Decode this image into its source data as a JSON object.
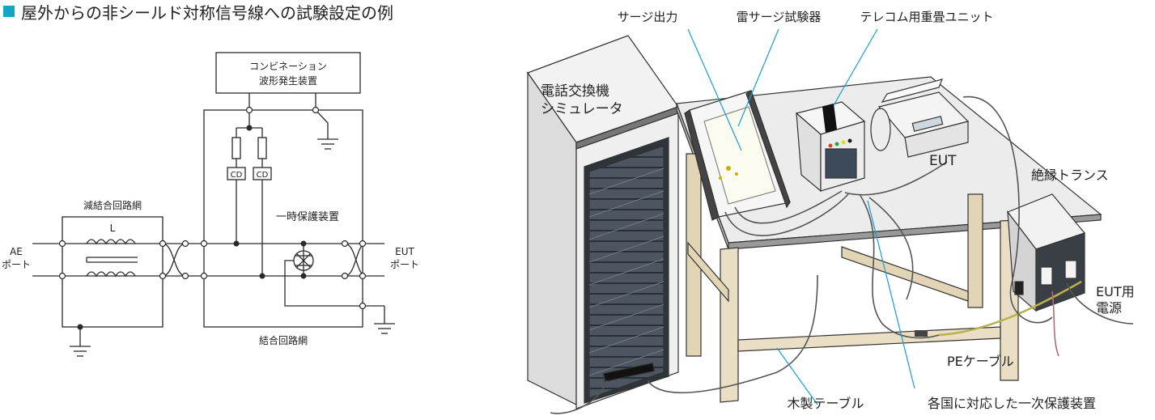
{
  "title": "屋外からの非シールド対称信号線への試験設定の例",
  "colors": {
    "accent": "#13a5c5",
    "line": "#2a2a2a",
    "callout": "#1a9cd8",
    "wood": "#eadfc4",
    "tabletop": "#e9e9e9"
  },
  "circuit": {
    "generator": [
      "コンビネーション",
      "波形発生装置"
    ],
    "decoupling": "減結合回路網",
    "inductor": "L",
    "ae_port": [
      "AE",
      "ポート"
    ],
    "cd1": "CD",
    "cd2": "CD",
    "protector": "一時保護装置",
    "eut_port": [
      "EUT",
      "ポート"
    ],
    "coupling": "結合回路網"
  },
  "illustration": {
    "exchange": [
      "電話交換機",
      "シミュレータ"
    ],
    "surge_output": "サージ出力",
    "surge_tester": "雷サージ試験器",
    "telecom_unit": "テレコム用重畳ユニット",
    "eut": "EUT",
    "iso_transformer": "絶縁トランス",
    "eut_power": [
      "EUT用",
      "電源"
    ],
    "pe_cable": "PEケーブル",
    "wooden_table": "木製テーブル",
    "primary_protector": "各国に対応した一次保護装置"
  }
}
